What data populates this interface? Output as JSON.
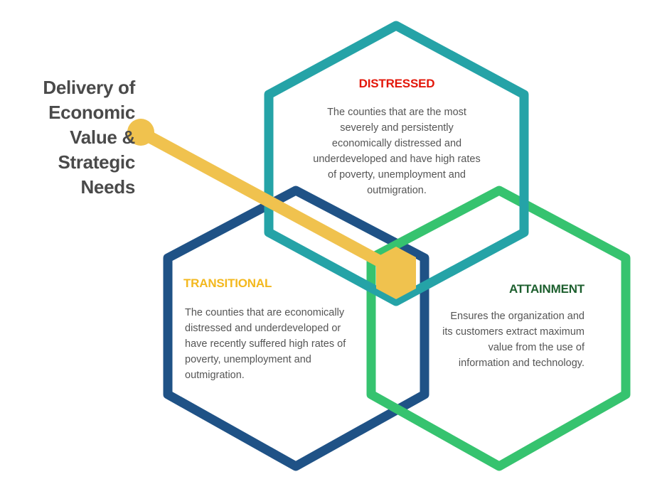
{
  "title": "Delivery of Economic Value & Strategic Needs",
  "colors": {
    "distressed": "#e3170a",
    "distressed_hex": "#25a3a7",
    "transitional": "#f3b81e",
    "transitional_hex": "#1f5286",
    "attainment": "#1d5f2e",
    "attainment_hex": "#36c36f",
    "connector": "#f0c24e",
    "title": "#4a4a4a",
    "body_text": "#555555"
  },
  "sections": {
    "distressed": {
      "heading": "DISTRESSED",
      "body": "The counties that are the most severely and persistently economically distressed and underdeveloped and have high rates of poverty, unemployment and outmigration."
    },
    "transitional": {
      "heading": "TRANSITIONAL",
      "body": "The counties that are economically distressed and underdeveloped or have recently suffered high rates of poverty, unemployment and outmigration."
    },
    "attainment": {
      "heading": "ATTAINMENT",
      "body": "Ensures the organization and its customers extract maximum value from the use of information and technology."
    }
  },
  "icons": {
    "connector_dot": "circle-marker",
    "center_marker": "hexagon-marker"
  }
}
